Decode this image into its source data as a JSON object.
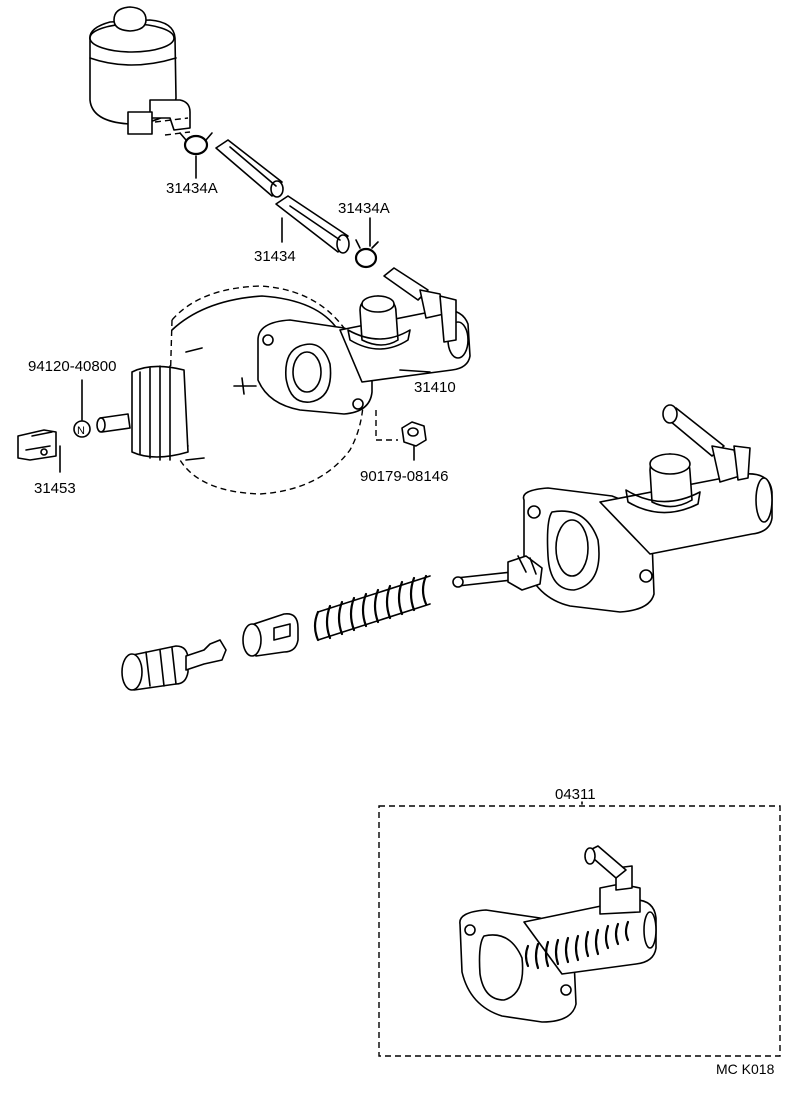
{
  "diagram": {
    "callouts": {
      "hose_clamp_upper": "31434A",
      "hose": "31434",
      "hose_clamp_lower": "31434A",
      "master_cylinder": "31410",
      "clevis_pin": "94120-40800",
      "clevis": "31453",
      "nut": "90179-08146",
      "repair_kit": "04311"
    },
    "pin_symbol": "N",
    "drawing_code": "MC K018"
  }
}
